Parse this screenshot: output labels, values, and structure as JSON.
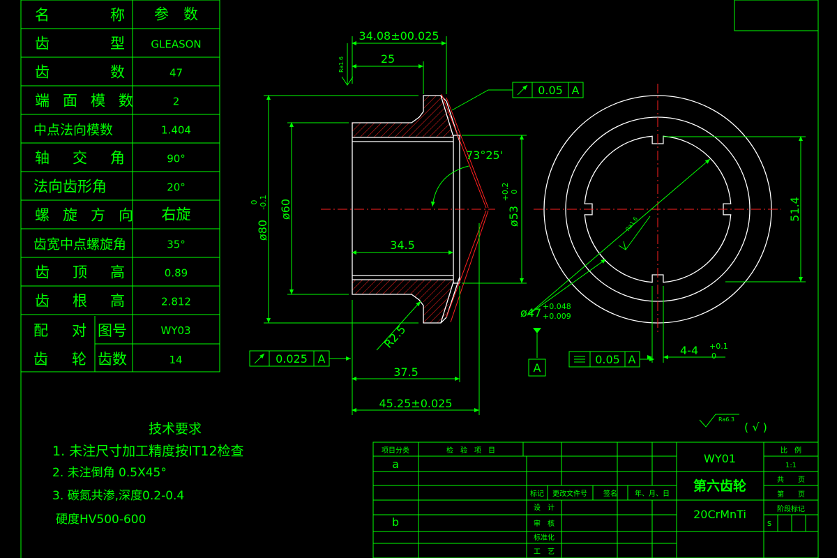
{
  "params_table": {
    "rows": [
      {
        "label": [
          "名",
          "称"
        ],
        "value": "参　数"
      },
      {
        "label": [
          "齿",
          "型"
        ],
        "value": "GLEASON"
      },
      {
        "label": [
          "齿",
          "数"
        ],
        "value": "47"
      },
      {
        "label": [
          "端面模数"
        ],
        "value": "2"
      },
      {
        "label": [
          "中点法向模数"
        ],
        "value": "1.404"
      },
      {
        "label": [
          "轴",
          "交",
          "角"
        ],
        "value": "90°"
      },
      {
        "label": [
          "法向齿形角"
        ],
        "value": "20°"
      },
      {
        "label": [
          "螺旋方向"
        ],
        "value": "右旋"
      },
      {
        "label": [
          "齿宽中点螺旋角"
        ],
        "value": "35°"
      },
      {
        "label": [
          "齿",
          "顶",
          "高"
        ],
        "value": "0.89"
      },
      {
        "label": [
          "齿",
          "根",
          "高"
        ],
        "value": "2.812"
      }
    ],
    "mate": {
      "group_label": [
        "配",
        "对"
      ],
      "group_label2": [
        "齿",
        "轮"
      ],
      "row1_label": "图号",
      "row1_value": "WY03",
      "row2_label": "齿数",
      "row2_value": "14"
    }
  },
  "dimensions": {
    "d_top": "34.08±00.025",
    "d_25": "25",
    "d_345": "34.5",
    "d_375": "37.5",
    "d_4525": "45.25±0.025",
    "d_80": "ø80",
    "d_80_tol_up": "0",
    "d_80_tol_low": "-0.1",
    "d_60": "ø60",
    "d_53": "ø53",
    "d_53_tol_up": "+0.2",
    "d_53_tol_low": "0",
    "d_47": "ø47",
    "d_47_tol_up": "+0.048",
    "d_47_tol_low": "+0.009",
    "d_514": "51.4",
    "d_4": "4-4",
    "d_4_tol_up": "+0.1",
    "d_4_tol_low": "0",
    "angle": "73°25'",
    "radius": "R2.5"
  },
  "roughness": {
    "ra16_a": "Ra1.6",
    "ra16_b": "Ra1.6",
    "ra63": "Ra6.3",
    "general_note": "( √ )"
  },
  "tolerances": {
    "runout_top": {
      "value": "0.05",
      "datum": "A"
    },
    "runout_left": {
      "value": "0.025",
      "datum": "A"
    },
    "symmetry": {
      "value": "0.05",
      "datum": "A"
    },
    "datum_label": "A"
  },
  "tech_req": {
    "title": "技术要求",
    "items": [
      "1. 未注尺寸加工精度按IT12检查",
      "2. 未注倒角 0.5X45°",
      "3. 碳氮共渗,深度0.2-0.4",
      "   硬度HV500-600"
    ]
  },
  "title_block": {
    "h_category": "项目分类",
    "h_check": "检　验　项　目",
    "row_a": "a",
    "row_b": "b",
    "h_mark": "标记",
    "h_change": "更改文件号",
    "h_sign": "签名",
    "h_date": "年、月、日",
    "h_design": "设　计",
    "h_review": "审　核",
    "h_standard": "标准化",
    "h_process": "工　艺",
    "drawing_no": "WY01",
    "part_name": "第六齿轮",
    "material": "20CrMnTi",
    "scale_label": "比　例",
    "scale_value": "1:1",
    "total_sheets": "共　　页",
    "sheet_no": "第　　页",
    "stage_label": "阶段标记",
    "stage_s": "S"
  }
}
